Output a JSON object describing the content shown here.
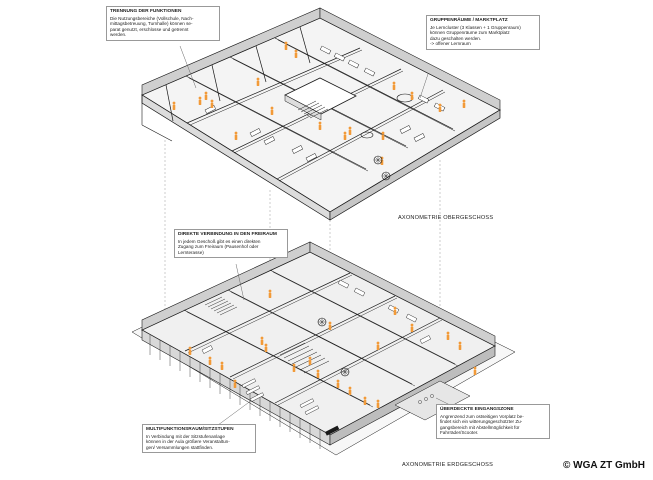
{
  "annotations": [
    {
      "id": "trennung",
      "title": "TRENNUNG DER FUNKTIONEN",
      "text": "Die Nutzungsbereiche (Vollschule, Nach-\nmittagsbetreuung, Turnhalle) können se-\nparat genutzt, erschlosse und getrennt\nwerden."
    },
    {
      "id": "gruppenraeume",
      "title": "GRUPPENRÄUME / MARKTPLATZ",
      "text": "Je Lerncluster (3 Klassen + 1 Gruppenraum)\nkönnen Gruppenräume zum Marktplatz\ndazu geschalten werden.\n-> offener Lernraum"
    },
    {
      "id": "freiraum",
      "title": "DIREKTE VERBINDUNG IN DEN FREIRAUM",
      "text": "In jedem Geschoß gibt es einen direkten\nZugang zum Freiraum (Pausenhof oder\nLernterasse)"
    },
    {
      "id": "multifunktion",
      "title": "MULTIFUNKTIONSRAUM/SITZSTUFEN",
      "text": "In Verbindung mit der Sitzstufenanlage\nkönnen in der Aula größere Veranstaltun-\ngen/ Versammlungen stattfinden."
    },
    {
      "id": "eingangszone",
      "title": "ÜBERDECKTE EINGANGSZONE",
      "text": "Angrenzend zum ostseitigen Vorplatz be-\nfindet sich ein witterungsgeschützter Zu-\ngangsbereich mit Abstellmöglichkeit für\nFahrräder/Scooter."
    }
  ],
  "captions": {
    "upper": "AXONOMETRIE OBERGESCHOSS",
    "lower": "AXONOMETRIE ERDGESCHOSS"
  },
  "credit": "© WGA ZT GmbH",
  "colors": {
    "line": "#1a1a1a",
    "floor": "#f4f4f4",
    "wall": "#cfcfcf",
    "figure": "#f29a38",
    "note_border": "#999999"
  }
}
